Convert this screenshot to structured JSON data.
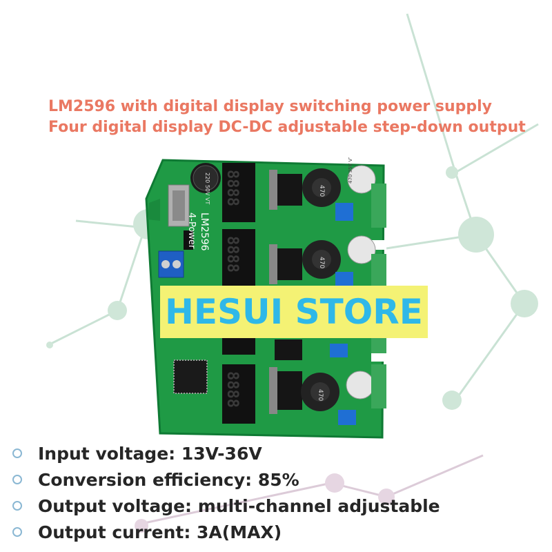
{
  "headline": {
    "line1": "LM2596 with digital display switching power supply",
    "line2": "Four digital display DC-DC adjustable step-down output"
  },
  "board": {
    "silkscreen_chip": "LM2596",
    "silkscreen_name": "4-Power",
    "inductor_label": "470",
    "capacitor_main": "470\n35V\nVT",
    "capacitor_small": "220\n50V\nVT",
    "display_digits": "8888",
    "colors": {
      "pcb": "#1f9a45",
      "pcb_edge": "#0f7a34",
      "terminal": "#3aa75a",
      "display": "#111111"
    }
  },
  "watermark": {
    "text": "HESUI STORE",
    "bg": "#f4f274",
    "fg": "#2fb8e8"
  },
  "specs": [
    {
      "text": "Input voltage: 13V-36V"
    },
    {
      "text": "Conversion efficiency: 85%"
    },
    {
      "text": "Output voltage: multi-channel adjustable"
    },
    {
      "text": "Output current: 3A(MAX)"
    }
  ]
}
